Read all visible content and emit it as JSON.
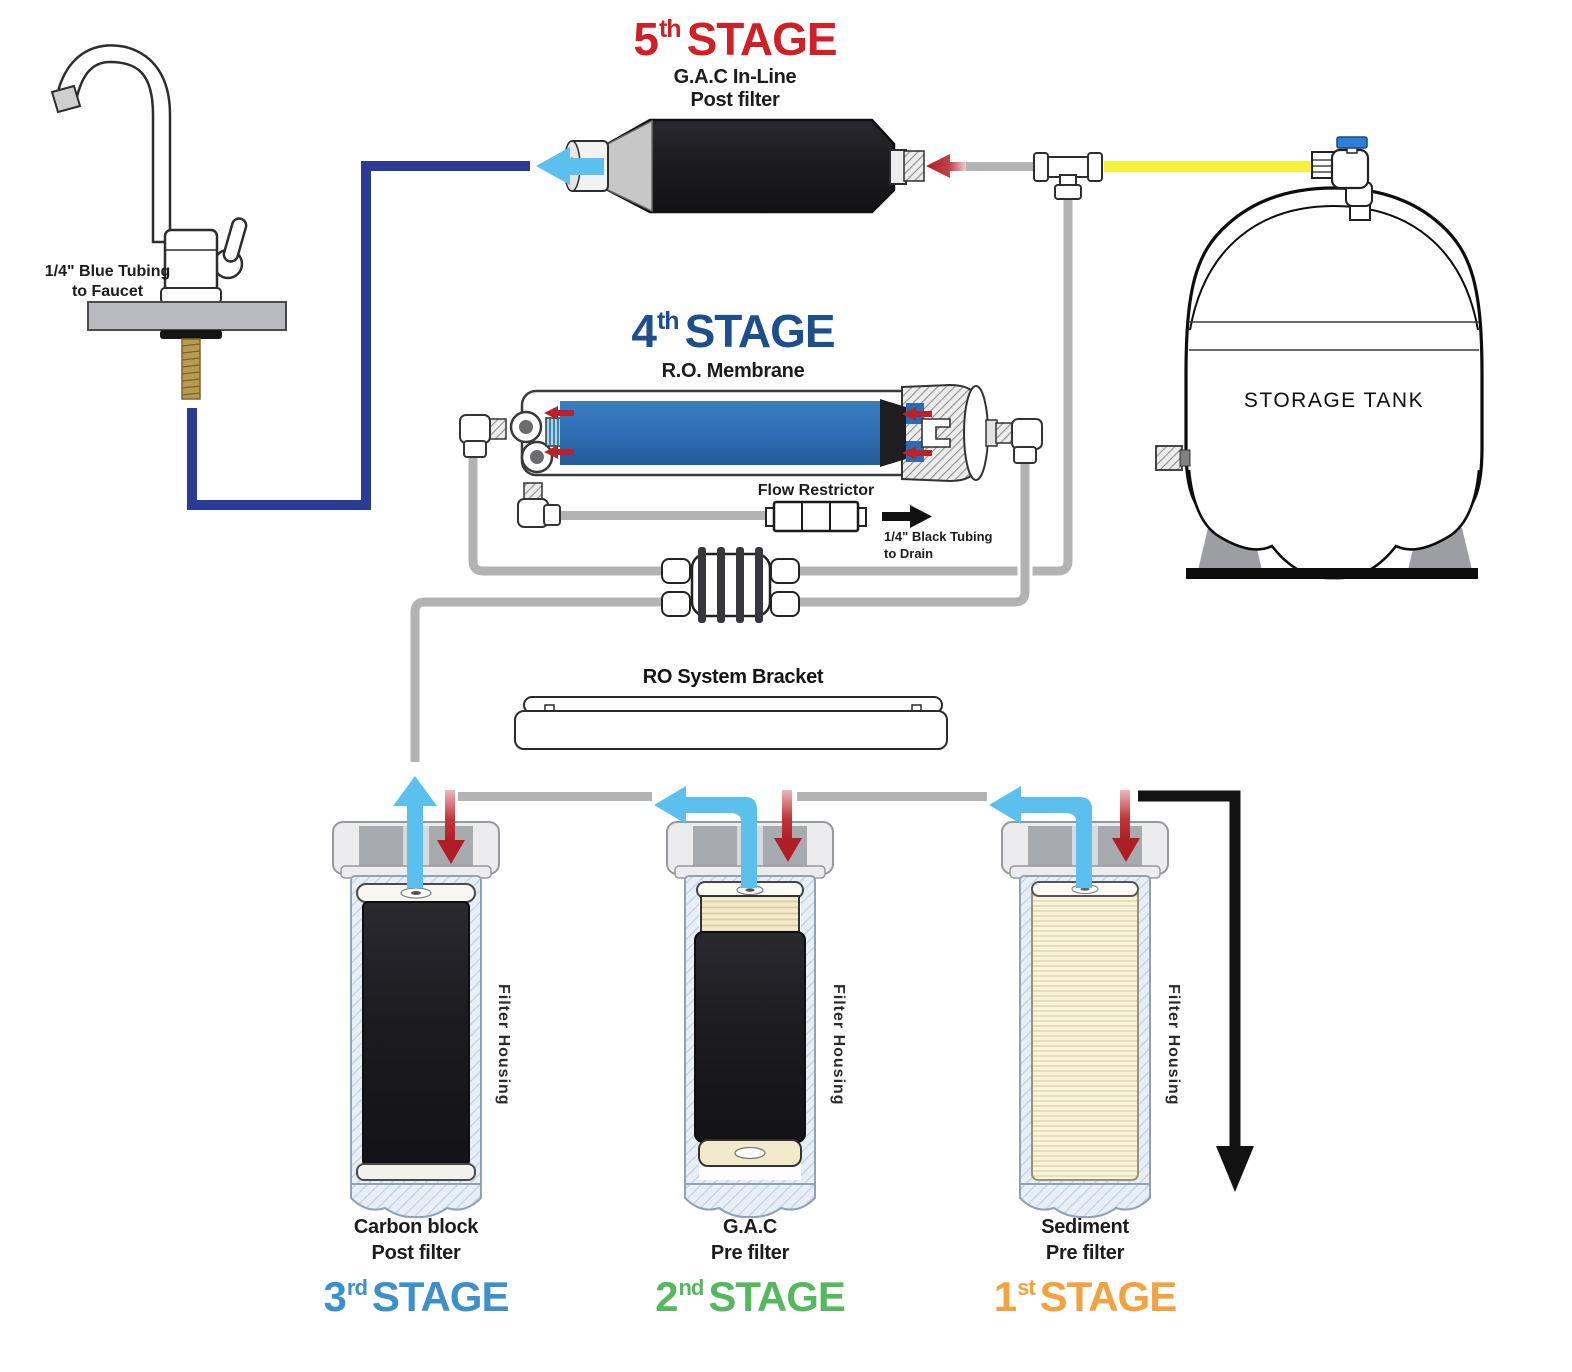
{
  "titles": {
    "stage5": {
      "num": "5",
      "ord": "th",
      "word": "STAGE",
      "sub1": "G.A.C In-Line",
      "sub2": "Post filter",
      "color": "#cd2127"
    },
    "stage4": {
      "num": "4",
      "ord": "th",
      "word": "STAGE",
      "sub1": "R.O. Membrane",
      "color": "#1d4f8d"
    }
  },
  "labels": {
    "faucet1": "1/4\" Blue Tubing",
    "faucet2": "to Faucet",
    "flow_restrictor": "Flow Restrictor",
    "drain1": "1/4\" Black Tubing",
    "drain2": "to Drain",
    "storage_tank": "STORAGE TANK",
    "bracket": "RO System Bracket",
    "filter_housing": "Filter Housing"
  },
  "stages": [
    {
      "num": "3",
      "ord": "rd",
      "word": "STAGE",
      "color": "#3d91c8",
      "line1": "Carbon block",
      "line2": "Post filter"
    },
    {
      "num": "2",
      "ord": "nd",
      "word": "STAGE",
      "color": "#55b85e",
      "line1": "G.A.C",
      "line2": "Pre filter"
    },
    {
      "num": "1",
      "ord": "st",
      "word": "STAGE",
      "color": "#f2a340",
      "line1": "Sediment",
      "line2": "Pre filter"
    }
  ],
  "colors": {
    "stage5_title": "#cd2127",
    "stage4_title": "#1d4f8d",
    "stage3_title": "#3d91c8",
    "stage2_title": "#55b85e",
    "stage1_title": "#f2a340",
    "blue_tubing": "#2b3a92",
    "clean_water_arrow": "#5cc0ee",
    "feed_water_arrow": "#ae1e24",
    "tank_tubing": "#f8f13b",
    "gray_tubing": "#b3b3b3",
    "membrane_body": "#2e6cb2",
    "valve_handle": "#2f7fd6"
  }
}
